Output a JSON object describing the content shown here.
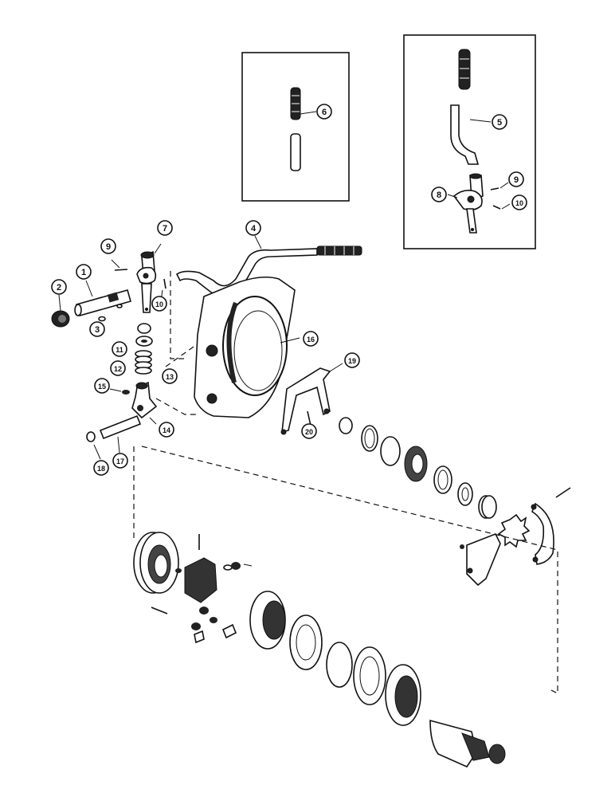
{
  "callouts": [
    {
      "id": "c1",
      "label": "1"
    },
    {
      "id": "c2",
      "label": "2"
    },
    {
      "id": "c3",
      "label": "3"
    },
    {
      "id": "c4",
      "label": "4"
    },
    {
      "id": "c5",
      "label": "5"
    },
    {
      "id": "c6",
      "label": "6"
    },
    {
      "id": "c7",
      "label": "7"
    },
    {
      "id": "c8",
      "label": "8"
    },
    {
      "id": "c9a",
      "label": "9"
    },
    {
      "id": "c9b",
      "label": "9"
    },
    {
      "id": "c10a",
      "label": "10"
    },
    {
      "id": "c10b",
      "label": "10"
    },
    {
      "id": "c11",
      "label": "11"
    },
    {
      "id": "c12",
      "label": "12"
    },
    {
      "id": "c13",
      "label": "13"
    },
    {
      "id": "c14",
      "label": "14"
    },
    {
      "id": "c15",
      "label": "15"
    },
    {
      "id": "c16",
      "label": "16"
    },
    {
      "id": "c17",
      "label": "17"
    },
    {
      "id": "c18",
      "label": "18"
    },
    {
      "id": "c19",
      "label": "19"
    },
    {
      "id": "c20",
      "label": "20"
    }
  ]
}
